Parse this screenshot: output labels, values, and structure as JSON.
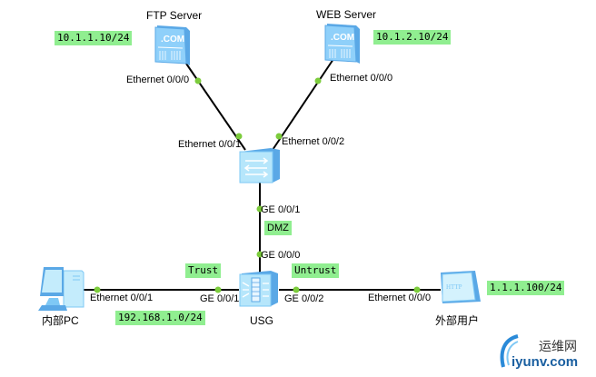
{
  "devices": {
    "ftp_server": {
      "name": "FTP Server",
      "ip": "10.1.1.10/24",
      "port": "Ethernet 0/0/0"
    },
    "web_server": {
      "name": "WEB Server",
      "ip": "10.1.2.10/24",
      "port": "Ethernet 0/0/0"
    },
    "switch": {
      "port_ftp": "Ethernet 0/0/1",
      "port_web": "Ethernet 0/0/2"
    },
    "usg": {
      "name": "USG",
      "port_dmz": "GE 0/0/0",
      "port_trust": "GE 0/0/1",
      "port_untrust": "GE 0/0/2"
    },
    "switch_uplink": {
      "port": "GE 0/0/1"
    },
    "internal_pc": {
      "name": "内部PC",
      "port": "Ethernet 0/0/1",
      "subnet": "192.168.1.0/24"
    },
    "external_user": {
      "name": "外部用户",
      "ip": "1.1.1.100/24",
      "port": "Ethernet 0/0/0",
      "screen_text": "HTTP"
    }
  },
  "zones": {
    "dmz": "DMZ",
    "trust": "Trust",
    "untrust": "Untrust"
  },
  "server_badge": ".COM",
  "watermark": {
    "cn": "运维网",
    "en": "iyunv.com"
  },
  "colors": {
    "zone_tag": "#90ee90",
    "port_dot": "#7ccc3c",
    "link": "#000000",
    "device_blue": "#7ec8f5"
  }
}
